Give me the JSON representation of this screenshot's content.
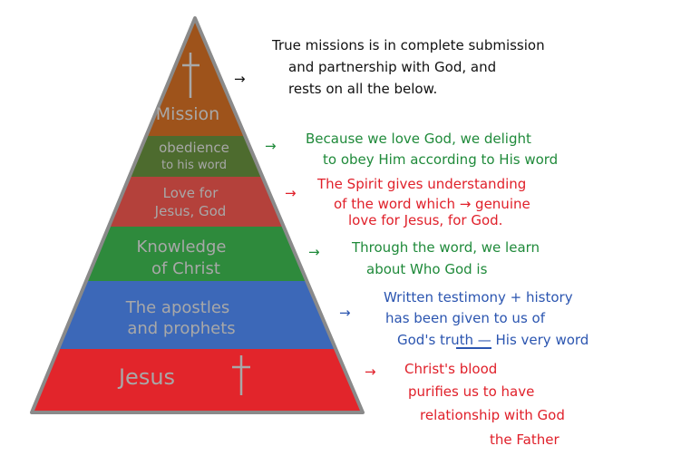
{
  "colors": {
    "mission": "#9e531b",
    "obedience": "#4d6b2e",
    "love": "#b4413b",
    "knowledge": "#2e8a3c",
    "apostles": "#3c68b8",
    "jesus": "#e2252b",
    "outline": "#8a8a8a",
    "note_black": "#111111",
    "note_green": "#1f8a3a",
    "note_red": "#e0202a",
    "note_blue": "#2b55b0"
  },
  "pyramid": {
    "layers": [
      {
        "id": "mission",
        "lines": [
          "Mission"
        ],
        "icon": "cross-icon"
      },
      {
        "id": "obedience",
        "lines": [
          "obedience",
          "to his word"
        ]
      },
      {
        "id": "love",
        "lines": [
          "Love for",
          "Jesus, God"
        ]
      },
      {
        "id": "knowledge",
        "lines": [
          "Knowledge",
          "of Christ"
        ]
      },
      {
        "id": "apostles",
        "lines": [
          "The apostles",
          "and prophets"
        ]
      },
      {
        "id": "jesus",
        "lines": [
          "Jesus"
        ],
        "icon": "cross-icon"
      }
    ]
  },
  "notes": [
    {
      "lines": [
        "True missions is in complete submission",
        "and partnership with God, and",
        "rests on all the below."
      ]
    },
    {
      "lines": [
        "Because we love God, we delight",
        "to obey Him according to His word"
      ]
    },
    {
      "lines": [
        "The Spirit gives understanding",
        "of the word which → genuine",
        "love for Jesus, for God."
      ]
    },
    {
      "lines": [
        "Through the word, we learn",
        "about Who God is"
      ]
    },
    {
      "lines": [
        "Written testimony + history",
        "has been given to us of",
        "God's truth — His very word"
      ]
    },
    {
      "lines": [
        "Christ's blood",
        "purifies us to have",
        "relationship with God",
        "the Father"
      ]
    }
  ],
  "arrow": "→"
}
